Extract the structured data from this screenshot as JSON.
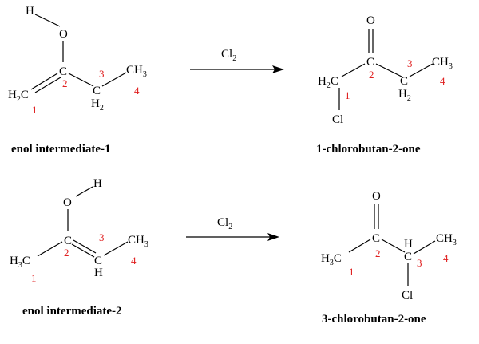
{
  "colors": {
    "ink": "#000000",
    "locant": "#e02020"
  },
  "reaction1": {
    "reactant": {
      "label": "enol intermediate-1",
      "atoms": {
        "H": "H",
        "O": "O",
        "C2": "C",
        "CH3": "CH",
        "CH3_sub": "3",
        "H2C": "H",
        "H2C_sub": "2",
        "H2C_c": "C",
        "CH2_C": "C",
        "CH2_H": "H",
        "CH2_sub": "2"
      },
      "locants": {
        "n1": "1",
        "n2": "2",
        "n3": "3",
        "n4": "4"
      }
    },
    "reagent": {
      "main": "Cl",
      "sub": "2"
    },
    "product": {
      "label": "1-chlorobutan-2-one",
      "atoms": {
        "O": "O",
        "C2": "C",
        "CH3": "CH",
        "CH3_sub": "3",
        "H2C": "H",
        "H2C_sub": "2",
        "H2C_c": "C",
        "CH2_C": "C",
        "CH2_H": "H",
        "CH2_sub": "2",
        "Cl": "Cl"
      },
      "locants": {
        "n1": "1",
        "n2": "2",
        "n3": "3",
        "n4": "4"
      }
    }
  },
  "reaction2": {
    "reactant": {
      "label": "enol intermediate-2",
      "atoms": {
        "H": "H",
        "O": "O",
        "C2": "C",
        "C3": "C",
        "H3": "H",
        "CH3": "CH",
        "CH3_sub": "3",
        "H3C": "H",
        "H3C_sub": "3",
        "H3C_c": "C"
      },
      "locants": {
        "n1": "1",
        "n2": "2",
        "n3": "3",
        "n4": "4"
      }
    },
    "reagent": {
      "main": "Cl",
      "sub": "2"
    },
    "product": {
      "label": "3-chlorobutan-2-one",
      "atoms": {
        "O": "O",
        "C2": "C",
        "C3": "C",
        "H3": "H",
        "CH3": "CH",
        "CH3_sub": "3",
        "H3C": "H",
        "H3C_sub": "3",
        "H3C_c": "C",
        "Cl": "Cl"
      },
      "locants": {
        "n1": "1",
        "n2": "2",
        "n3": "3",
        "n4": "4"
      }
    }
  }
}
